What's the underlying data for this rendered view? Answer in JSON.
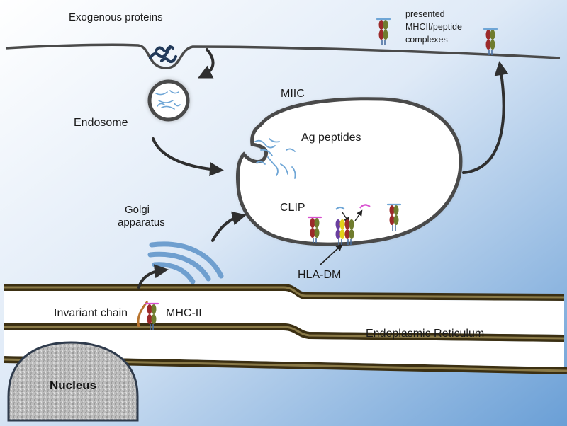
{
  "labels": {
    "exogenous_proteins": "Exogenous proteins",
    "presented_line1": "presented",
    "presented_line2": "MHCII/peptide",
    "presented_line3": "complexes",
    "endosome": "Endosome",
    "miic": "MIIC",
    "ag_peptides": "Ag peptides",
    "clip": "CLIP",
    "golgi_line1": "Golgi",
    "golgi_line2": "apparatus",
    "hla_dm": "HLA-DM",
    "invariant_chain": "Invariant chain",
    "mhc_ii": "MHC-II",
    "endoplasmic_reticulum": "Endoplasmic Reticulum",
    "nucleus": "Nucleus"
  },
  "colors": {
    "mhc_alpha": "#9c2a2a",
    "mhc_beta": "#6f7c2e",
    "hla_dm": "#e2d21a",
    "hla_dm_purple": "#6a3fa0",
    "clip": "#d84fd0",
    "peptide": "#6fa6d6",
    "golgi": "#6f9fcf",
    "membrane": "#4a4a4a",
    "er_membrane": "#4a3d1c",
    "invariant_chain": "#b8742e"
  }
}
